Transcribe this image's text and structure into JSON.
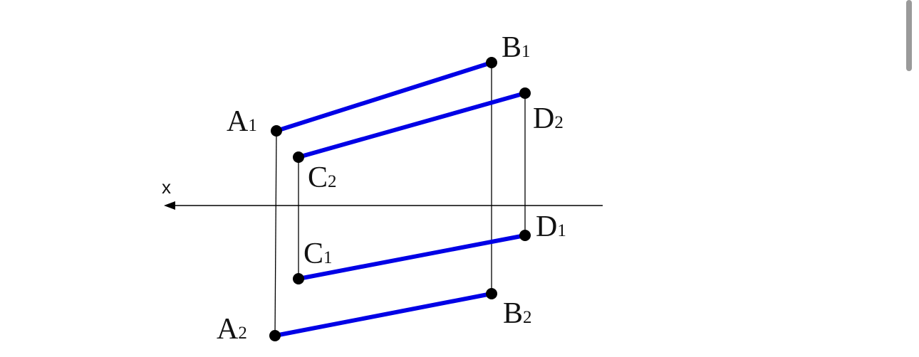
{
  "axis": {
    "label": "x"
  },
  "points": [
    {
      "id": "A1",
      "letter": "A",
      "sub": "1"
    },
    {
      "id": "B1",
      "letter": "B",
      "sub": "1"
    },
    {
      "id": "C2",
      "letter": "C",
      "sub": "2"
    },
    {
      "id": "D2",
      "letter": "D",
      "sub": "2"
    },
    {
      "id": "C1",
      "letter": "C",
      "sub": "1"
    },
    {
      "id": "D1",
      "letter": "D",
      "sub": "1"
    },
    {
      "id": "A2",
      "letter": "A",
      "sub": "2"
    },
    {
      "id": "B2",
      "letter": "B",
      "sub": "2"
    }
  ],
  "segments": [
    {
      "from": "A1",
      "to": "B1"
    },
    {
      "from": "C2",
      "to": "D2"
    },
    {
      "from": "C1",
      "to": "D1"
    },
    {
      "from": "A2",
      "to": "B2"
    }
  ],
  "link_lines": [
    {
      "from": "A1",
      "to": "A2"
    },
    {
      "from": "B1",
      "to": "B2"
    },
    {
      "from": "C2",
      "to": "C1"
    },
    {
      "from": "D2",
      "to": "D1"
    }
  ],
  "colors": {
    "segment": "#0000e6",
    "point": "#000000",
    "line": "#000000"
  }
}
